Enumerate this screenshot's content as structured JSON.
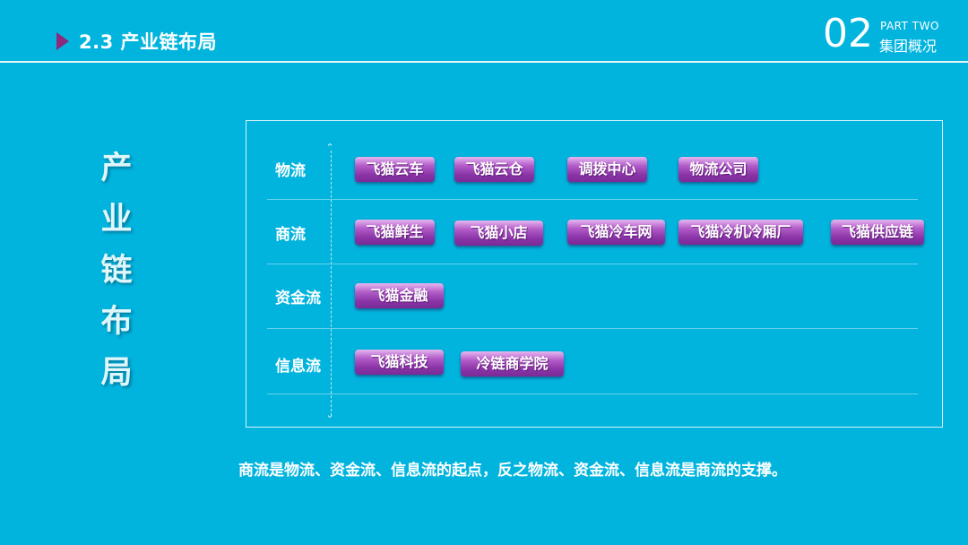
{
  "header": {
    "title": "2.3 产业链布局",
    "part_number": "02",
    "part_label": "PART  TWO",
    "part_subtitle": "集团概况"
  },
  "side_title": [
    "产",
    "业",
    "链",
    "布",
    "局"
  ],
  "rows": [
    {
      "label": "物流",
      "tags": [
        "飞猫云车",
        "飞猫云仓",
        "调拨中心",
        "物流公司"
      ]
    },
    {
      "label": "商流",
      "tags": [
        "飞猫鲜生",
        "飞猫小店",
        "飞猫冷车网",
        "飞猫冷机冷厢厂",
        "飞猫供应链"
      ]
    },
    {
      "label": "资金流",
      "tags": [
        "飞猫金融"
      ]
    },
    {
      "label": "信息流",
      "tags": [
        "飞猫科技",
        "冷链商学院"
      ]
    }
  ],
  "footer": "商流是物流、资金流、信息流的起点，反之物流、资金流、信息流是商流的支撑。",
  "colors": {
    "background": "#00b4de",
    "tag": "#9a3fb5",
    "arrow": "#8b2a7c"
  }
}
